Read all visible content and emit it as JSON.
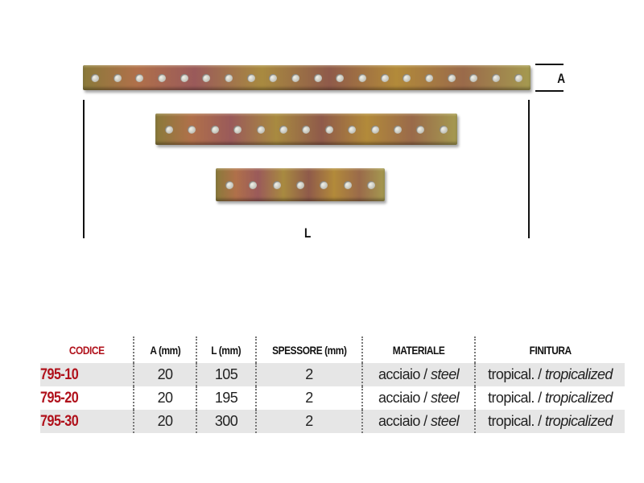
{
  "dimensions": {
    "a_label": "A",
    "l_label": "L"
  },
  "table": {
    "headers": {
      "codice": "CODICE",
      "a": "A (mm)",
      "l": "L (mm)",
      "spessore": "SPESSORE (mm)",
      "materiale": "MATERIALE",
      "finitura": "FINITURA"
    },
    "rows": [
      {
        "codice": "795-10",
        "a": "20",
        "l": "105",
        "spessore": "2",
        "materiale_it": "acciaio / ",
        "materiale_en": "steel",
        "finitura_it": "tropical. / ",
        "finitura_en": "tropicalized"
      },
      {
        "codice": "795-20",
        "a": "20",
        "l": "195",
        "spessore": "2",
        "materiale_it": "acciaio / ",
        "materiale_en": "steel",
        "finitura_it": "tropical. / ",
        "finitura_en": "tropicalized"
      },
      {
        "codice": "795-30",
        "a": "20",
        "l": "300",
        "spessore": "2",
        "materiale_it": "acciaio / ",
        "materiale_en": "steel",
        "finitura_it": "tropical. / ",
        "finitura_en": "tropicalized"
      }
    ]
  },
  "colors": {
    "code_red": "#b0111b",
    "row_grey": "#e6e6e6"
  }
}
